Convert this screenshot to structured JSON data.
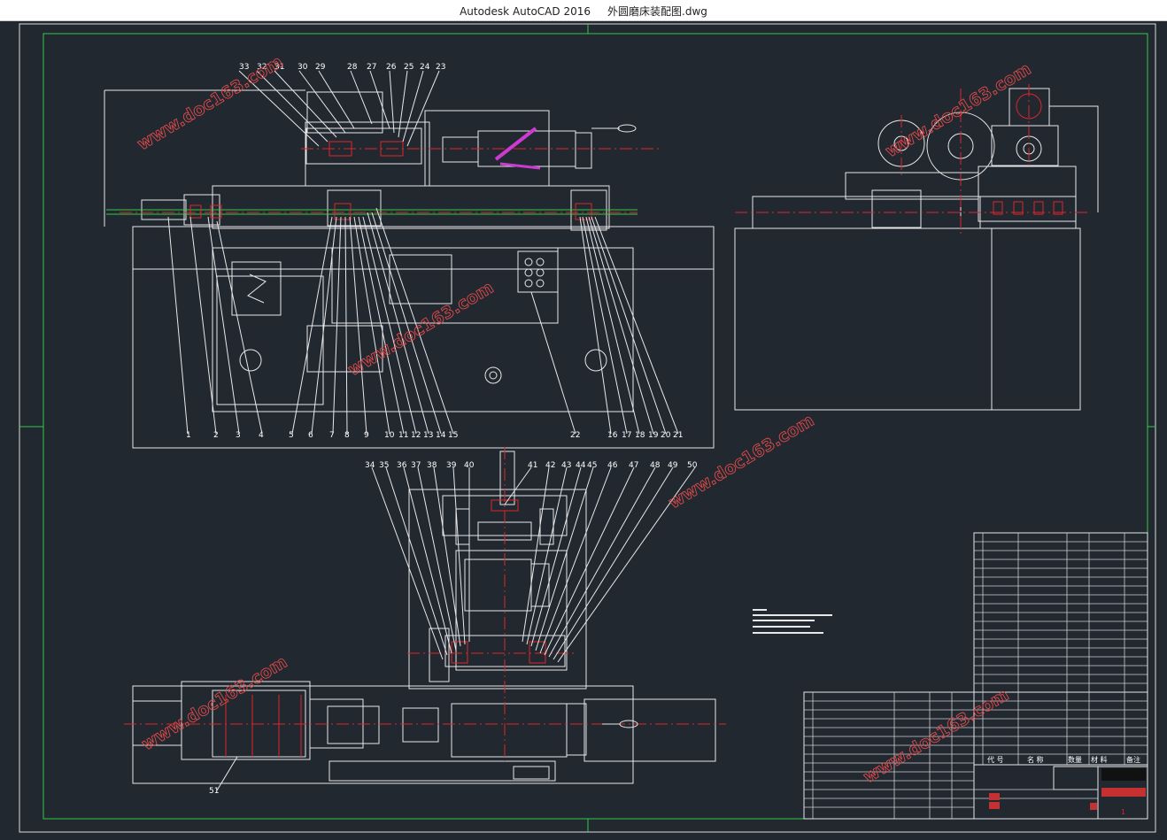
{
  "window": {
    "title": "Autodesk AutoCAD 2016     外圆磨床装配图.dwg"
  },
  "drawing": {
    "watermark": "www.doc163.com",
    "top_view_labels": [
      "33",
      "32",
      "31",
      "30",
      "29",
      "28",
      "27",
      "26",
      "25",
      "24",
      "23"
    ],
    "front_bottom_labels": [
      "1",
      "2",
      "3",
      "4",
      "5",
      "6",
      "7",
      "8",
      "9",
      "10",
      "11",
      "12",
      "13",
      "14",
      "15",
      "22",
      "16",
      "17",
      "18",
      "19",
      "20",
      "21"
    ],
    "lower_top_labels": [
      "34",
      "35",
      "36",
      "37",
      "38",
      "39",
      "40",
      "41",
      "42",
      "43",
      "44",
      "45",
      "46",
      "47",
      "48",
      "49",
      "50"
    ],
    "lower_bottom_label": "51",
    "sheet_number": "1",
    "parts_table_header": {
      "code": "代 号",
      "name": "名 称",
      "qty": "数量",
      "material": "材 料",
      "note": "备注"
    }
  },
  "colors": {
    "bg": "#212830",
    "line": "#e8e8e8",
    "frame": "#35c94a",
    "red": "#e0242a",
    "magenta": "#cc3bd0",
    "watermark": "#e04a4a"
  }
}
